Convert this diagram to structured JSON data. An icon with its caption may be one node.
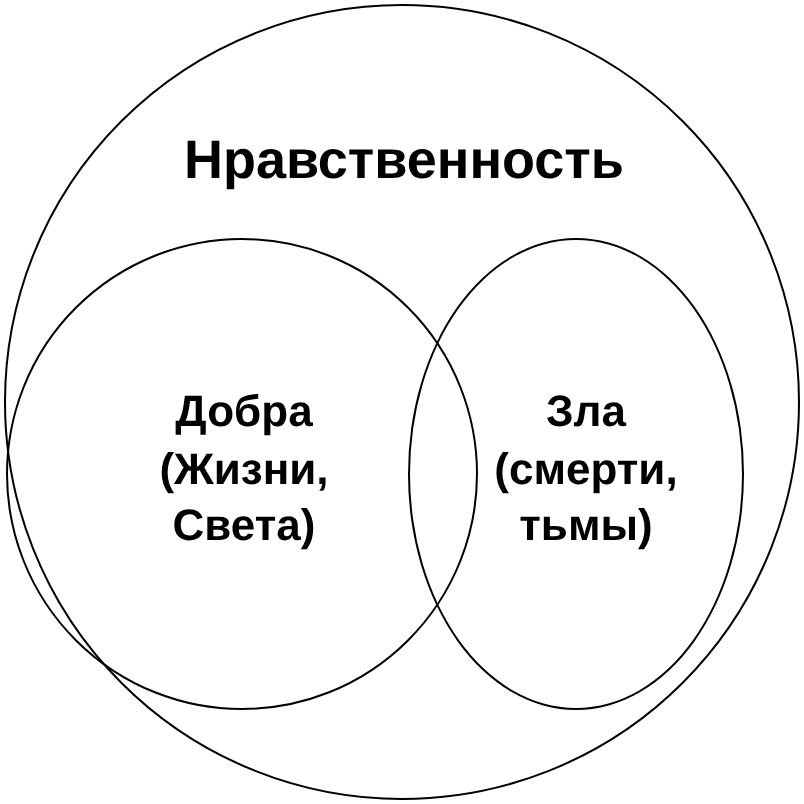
{
  "diagram": {
    "nodes": [
      {
        "text": [
          "Нравственность"
        ]
      },
      {
        "text": [
          "Добра (Жизни, Света)"
        ],
        "in": 0
      },
      {
        "text": [
          "Зла (смерти, тьмы)"
        ],
        "in": 0
      }
    ]
  }
}
